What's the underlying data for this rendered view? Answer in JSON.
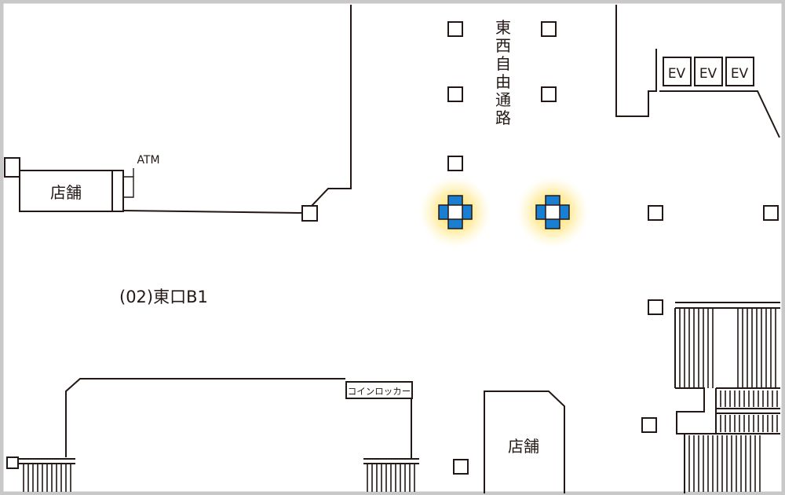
{
  "colors": {
    "frame": "#c8c8c8",
    "line": "#231815",
    "marker_fill": "#1a7fd0",
    "marker_glow": "#ffdc50"
  },
  "labels": {
    "store_left": "店舗",
    "store_bottom": "店舗",
    "atm": "ATM",
    "corridor": "東西自由通路",
    "ev": "EV",
    "area": "(02)東口B1",
    "locker": "コインロッカー"
  },
  "markers": [
    {
      "name": "signage-location-1"
    },
    {
      "name": "signage-location-2"
    }
  ]
}
